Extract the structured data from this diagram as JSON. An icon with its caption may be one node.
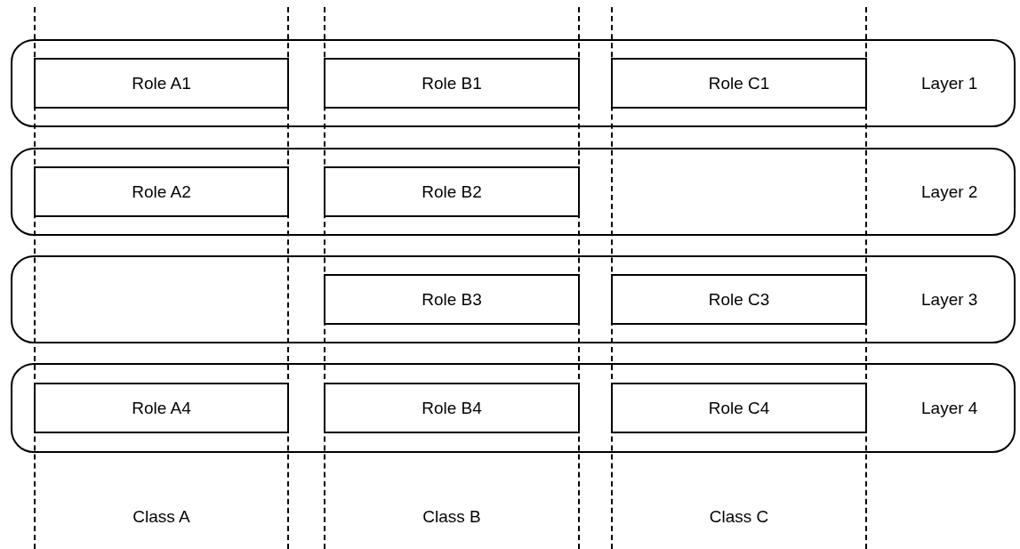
{
  "diagram": {
    "nodes": [
      {
        "text": [
          "Layer 1"
        ]
      },
      {
        "text": [
          "Role A1"
        ]
      },
      {
        "text": [
          "Role B1"
        ]
      },
      {
        "text": [
          "Role C1"
        ]
      },
      {
        "text": [
          "Layer 2"
        ]
      },
      {
        "text": [
          "Role A2"
        ]
      },
      {
        "text": [
          "Role B2"
        ]
      },
      {
        "text": [
          "Layer 3"
        ]
      },
      {
        "text": [
          "Role B3"
        ]
      },
      {
        "text": [
          "Role C3"
        ]
      },
      {
        "text": [
          "Layer 4"
        ]
      },
      {
        "text": [
          "Role A4"
        ]
      },
      {
        "text": [
          "Role B4"
        ]
      },
      {
        "text": [
          "Role C4"
        ]
      },
      {
        "text": [
          "Class A"
        ]
      },
      {
        "text": [
          "Class B"
        ]
      },
      {
        "text": [
          "Class C"
        ]
      }
    ]
  }
}
